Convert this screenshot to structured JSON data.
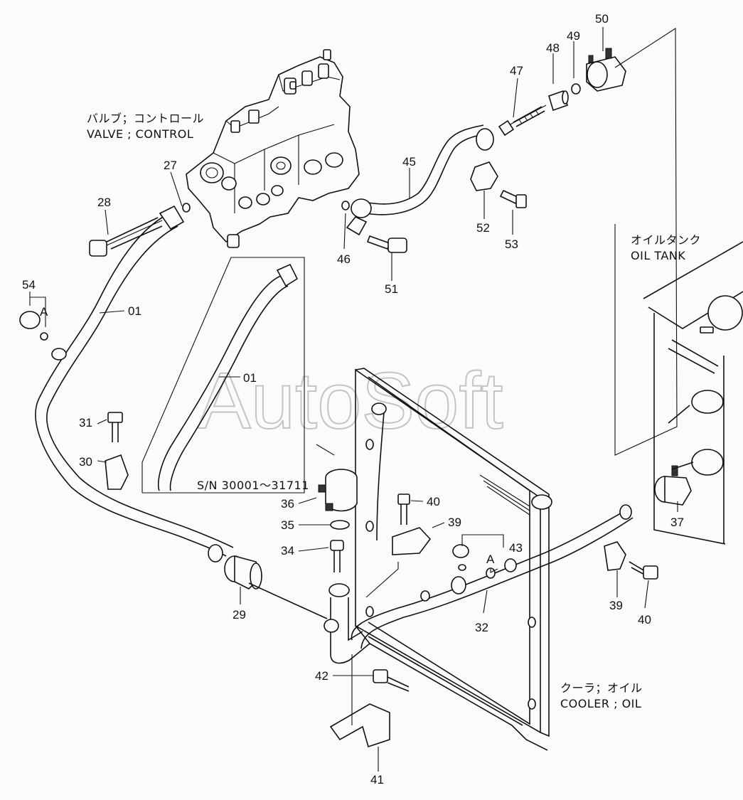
{
  "watermark": "AutoSoft",
  "callouts": [
    {
      "id": "c50",
      "text": "50"
    },
    {
      "id": "c49",
      "text": "49"
    },
    {
      "id": "c48",
      "text": "48"
    },
    {
      "id": "c47",
      "text": "47"
    },
    {
      "id": "c45",
      "text": "45"
    },
    {
      "id": "c27",
      "text": "27"
    },
    {
      "id": "c28",
      "text": "28"
    },
    {
      "id": "c46",
      "text": "46"
    },
    {
      "id": "c51",
      "text": "51"
    },
    {
      "id": "c52",
      "text": "52"
    },
    {
      "id": "c53",
      "text": "53"
    },
    {
      "id": "c54",
      "text": "54"
    },
    {
      "id": "c01a",
      "text": "01"
    },
    {
      "id": "c01b",
      "text": "01"
    },
    {
      "id": "c31",
      "text": "31"
    },
    {
      "id": "c30",
      "text": "30"
    },
    {
      "id": "c36",
      "text": "36"
    },
    {
      "id": "c35",
      "text": "35"
    },
    {
      "id": "c34",
      "text": "34"
    },
    {
      "id": "c40a",
      "text": "40"
    },
    {
      "id": "c39a",
      "text": "39"
    },
    {
      "id": "c43",
      "text": "43"
    },
    {
      "id": "c29",
      "text": "29"
    },
    {
      "id": "c32",
      "text": "32"
    },
    {
      "id": "c37",
      "text": "37"
    },
    {
      "id": "c39b",
      "text": "39"
    },
    {
      "id": "c40b",
      "text": "40"
    },
    {
      "id": "c42",
      "text": "42"
    },
    {
      "id": "c41",
      "text": "41"
    },
    {
      "id": "cA1",
      "text": "A"
    },
    {
      "id": "cA2",
      "text": "A"
    }
  ],
  "captions": {
    "valve_jp": "バルブ；コントロール",
    "valve_en": "VALVE ; CONTROL",
    "tank_jp": "オイルタンク",
    "tank_en": "OIL  TANK",
    "cooler_jp": "クーラ；オイル",
    "cooler_en": "COOLER ; OIL",
    "serial": "S/N  30001～31711"
  }
}
